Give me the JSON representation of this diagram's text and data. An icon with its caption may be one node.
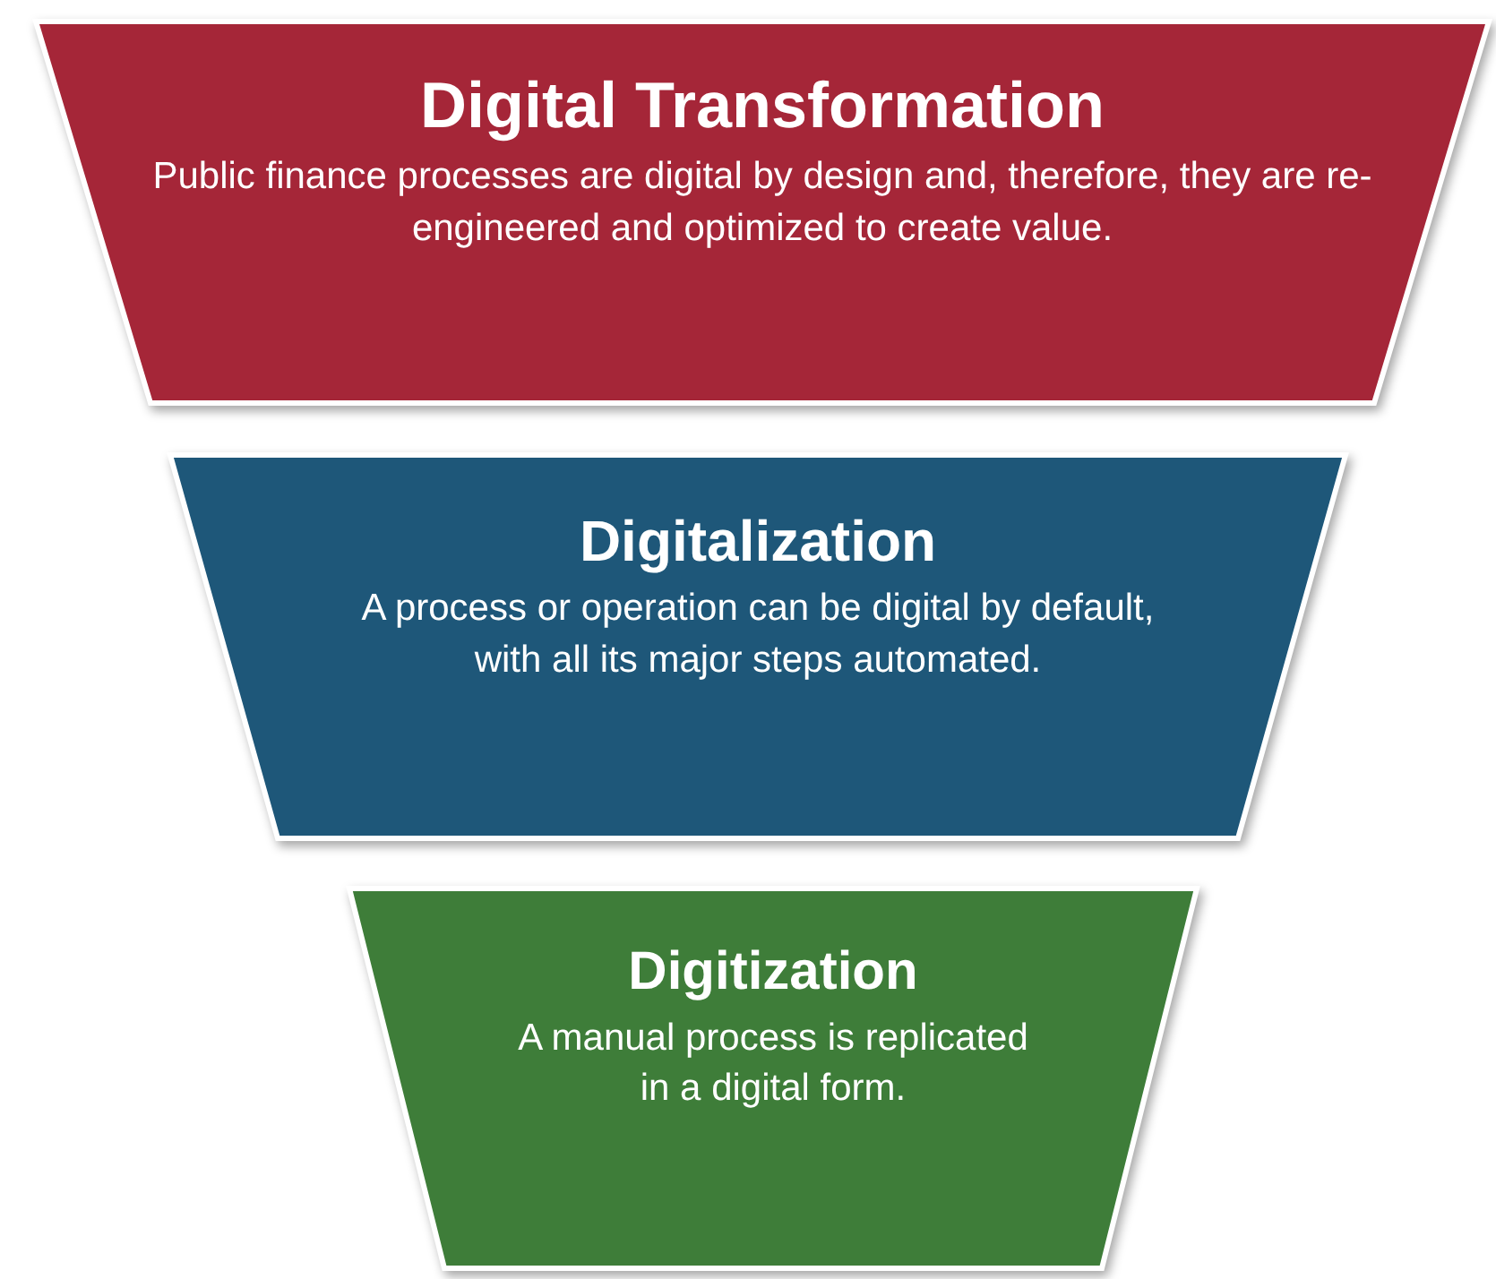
{
  "diagram": {
    "nodes": [
      {
        "text": [
          "Digital Transformation",
          "Public finance processes are digital by design and, therefore, they are re-engineered and optimized to create value."
        ]
      },
      {
        "text": [
          "Digitalization",
          "A process or operation can be digital by default, with all its major steps automated."
        ]
      },
      {
        "text": [
          "Digitization",
          "A manual process is replicated in a digital form."
        ]
      }
    ]
  }
}
